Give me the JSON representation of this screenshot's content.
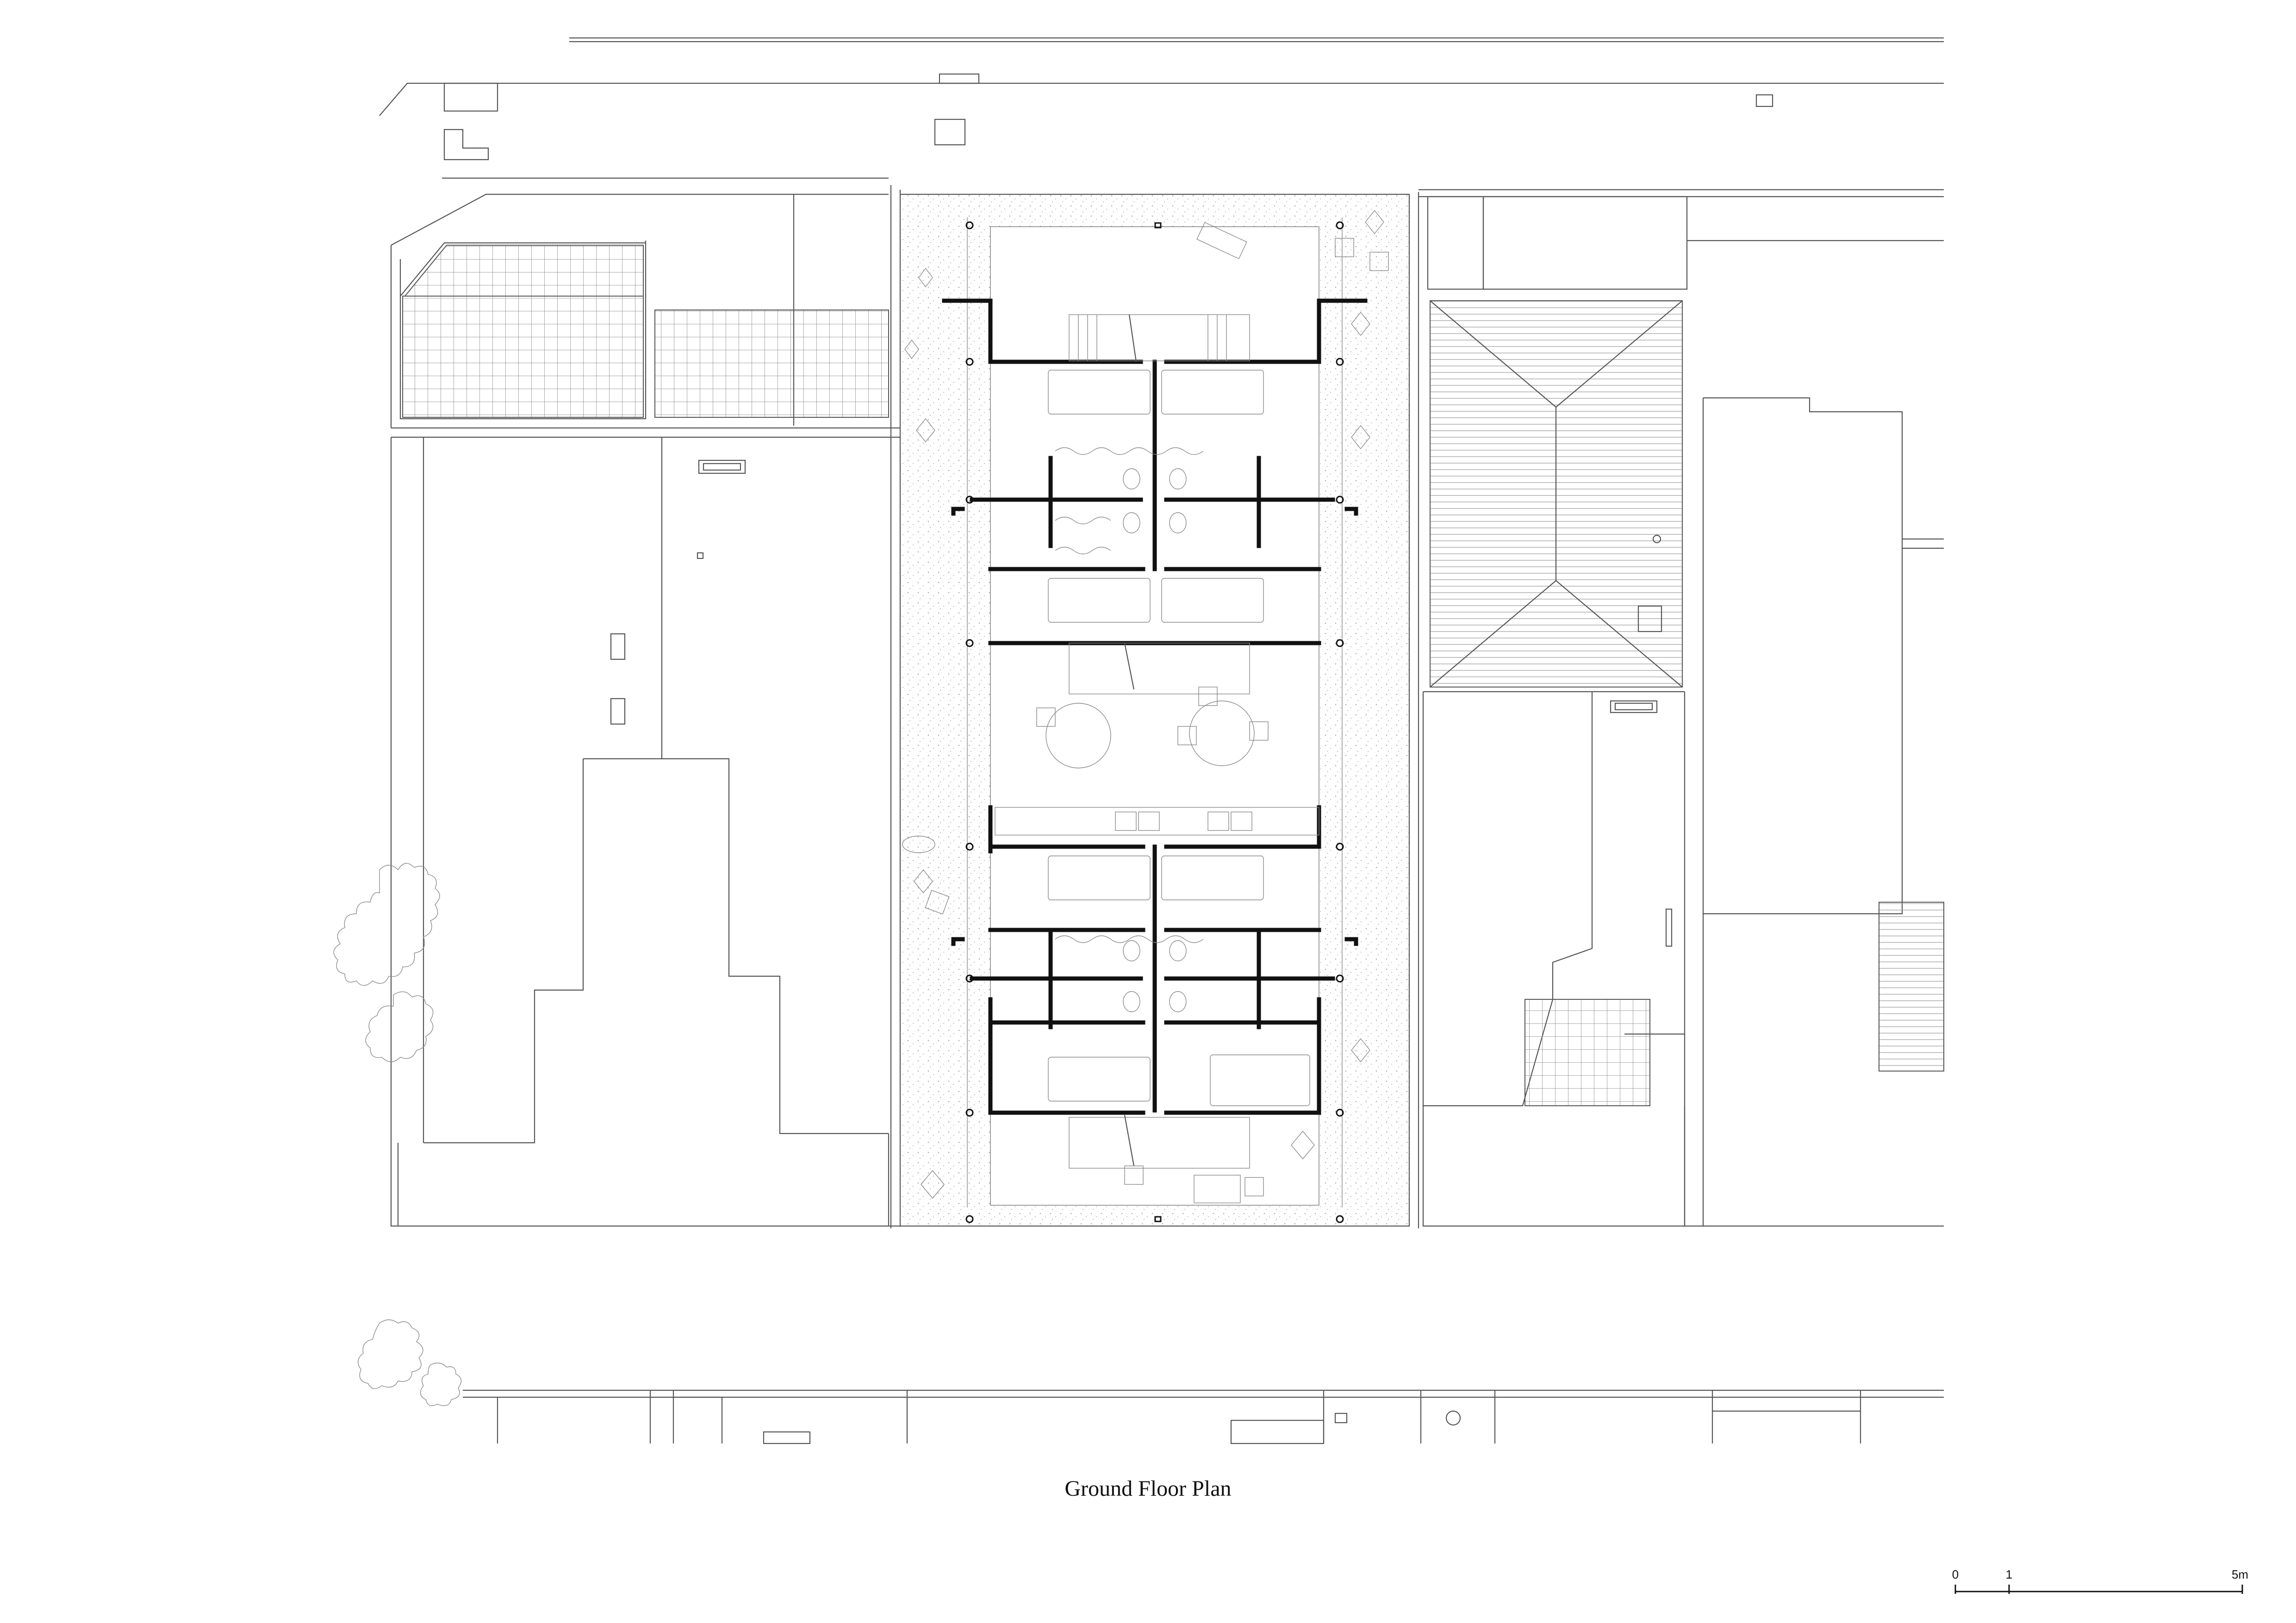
{
  "drawing": {
    "title": "Ground Floor Plan"
  },
  "scale_bar": {
    "ticks": [
      "0",
      "1",
      "5m"
    ],
    "values_m": [
      0,
      1,
      5
    ]
  },
  "colors": {
    "line": "#555555",
    "wall": "#111111",
    "background": "#ffffff"
  }
}
